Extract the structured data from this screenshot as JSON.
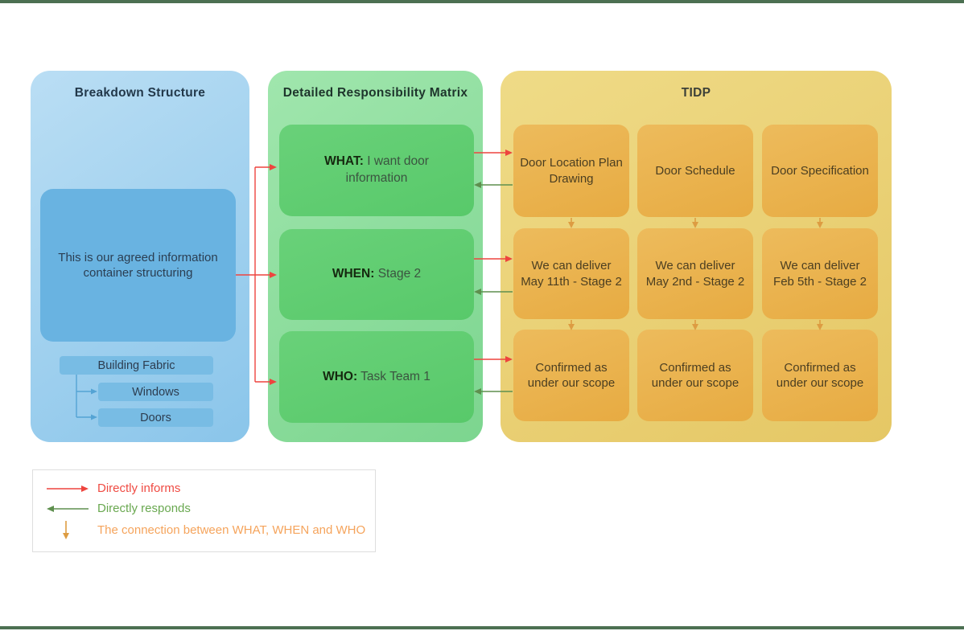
{
  "panels": {
    "breakdown": {
      "title": "Breakdown Structure",
      "container_text": "This is our agreed information container structuring",
      "tree": {
        "root": "Building Fabric",
        "children": [
          "Windows",
          "Doors"
        ]
      }
    },
    "drm": {
      "title": "Detailed Responsibility Matrix",
      "items": [
        {
          "keyword": "WHAT:",
          "text": "I want door information"
        },
        {
          "keyword": "WHEN:",
          "text": "Stage 2"
        },
        {
          "keyword": "WHO:",
          "text": "Task Team 1"
        }
      ]
    },
    "tidp": {
      "title": "TIDP",
      "grid": [
        [
          "Door Location Plan Drawing",
          "Door Schedule",
          "Door Specification"
        ],
        [
          "We can deliver May 11th - Stage 2",
          "We can deliver May 2nd - Stage 2",
          "We can deliver Feb 5th - Stage 2"
        ],
        [
          "Confirmed as under our scope",
          "Confirmed as under our scope",
          "Confirmed as under our scope"
        ]
      ]
    }
  },
  "legend": {
    "items": [
      {
        "icon": "red-right-arrow-icon",
        "label": "Directly informs",
        "color": "#ef4b43"
      },
      {
        "icon": "green-left-arrow-icon",
        "label": "Directly responds",
        "color": "#69a850"
      },
      {
        "icon": "orange-down-arrow-icon",
        "label": "The connection between WHAT, WHEN and WHO",
        "color": "#f5a45c"
      }
    ]
  },
  "colors": {
    "red_arrow": "#ee443e",
    "green_arrow": "#5e8f4e",
    "orange_arrow": "#dd9c42",
    "blue_connector": "#54a3d4",
    "border_bar": "#4c7052"
  }
}
